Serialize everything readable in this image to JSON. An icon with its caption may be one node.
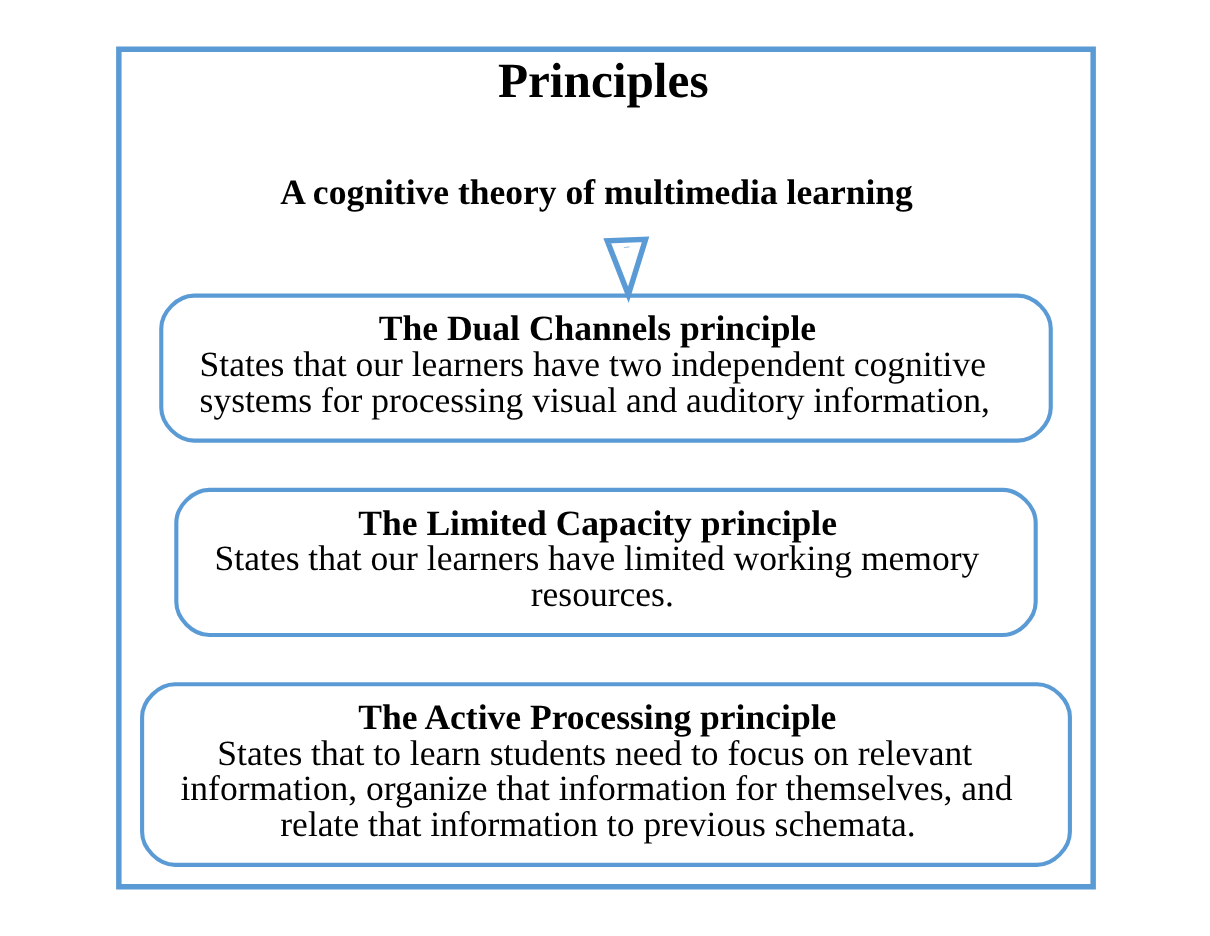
{
  "diagram": {
    "nodes": [
      {
        "text": [
          "Principles"
        ]
      },
      {
        "text": [
          "A cognitive theory of multimedia learning"
        ],
        "in": 0
      },
      {
        "text": [
          "The Dual Channels principle",
          "States that our learners have two independent cognitive systems for processing visual and auditory information,"
        ],
        "in": 0
      },
      {
        "text": [
          "The Limited Capacity principle",
          "States that our learners have limited working memory resources."
        ],
        "in": 0
      },
      {
        "text": [
          "The Active Processing principle",
          "States that to learn students need to focus on relevant information, organize that information for themselves, and relate that information to previous schemata."
        ],
        "in": 0
      }
    ],
    "edges": [
      {
        "from": 1,
        "to": 2,
        "arrow": "to"
      }
    ]
  }
}
